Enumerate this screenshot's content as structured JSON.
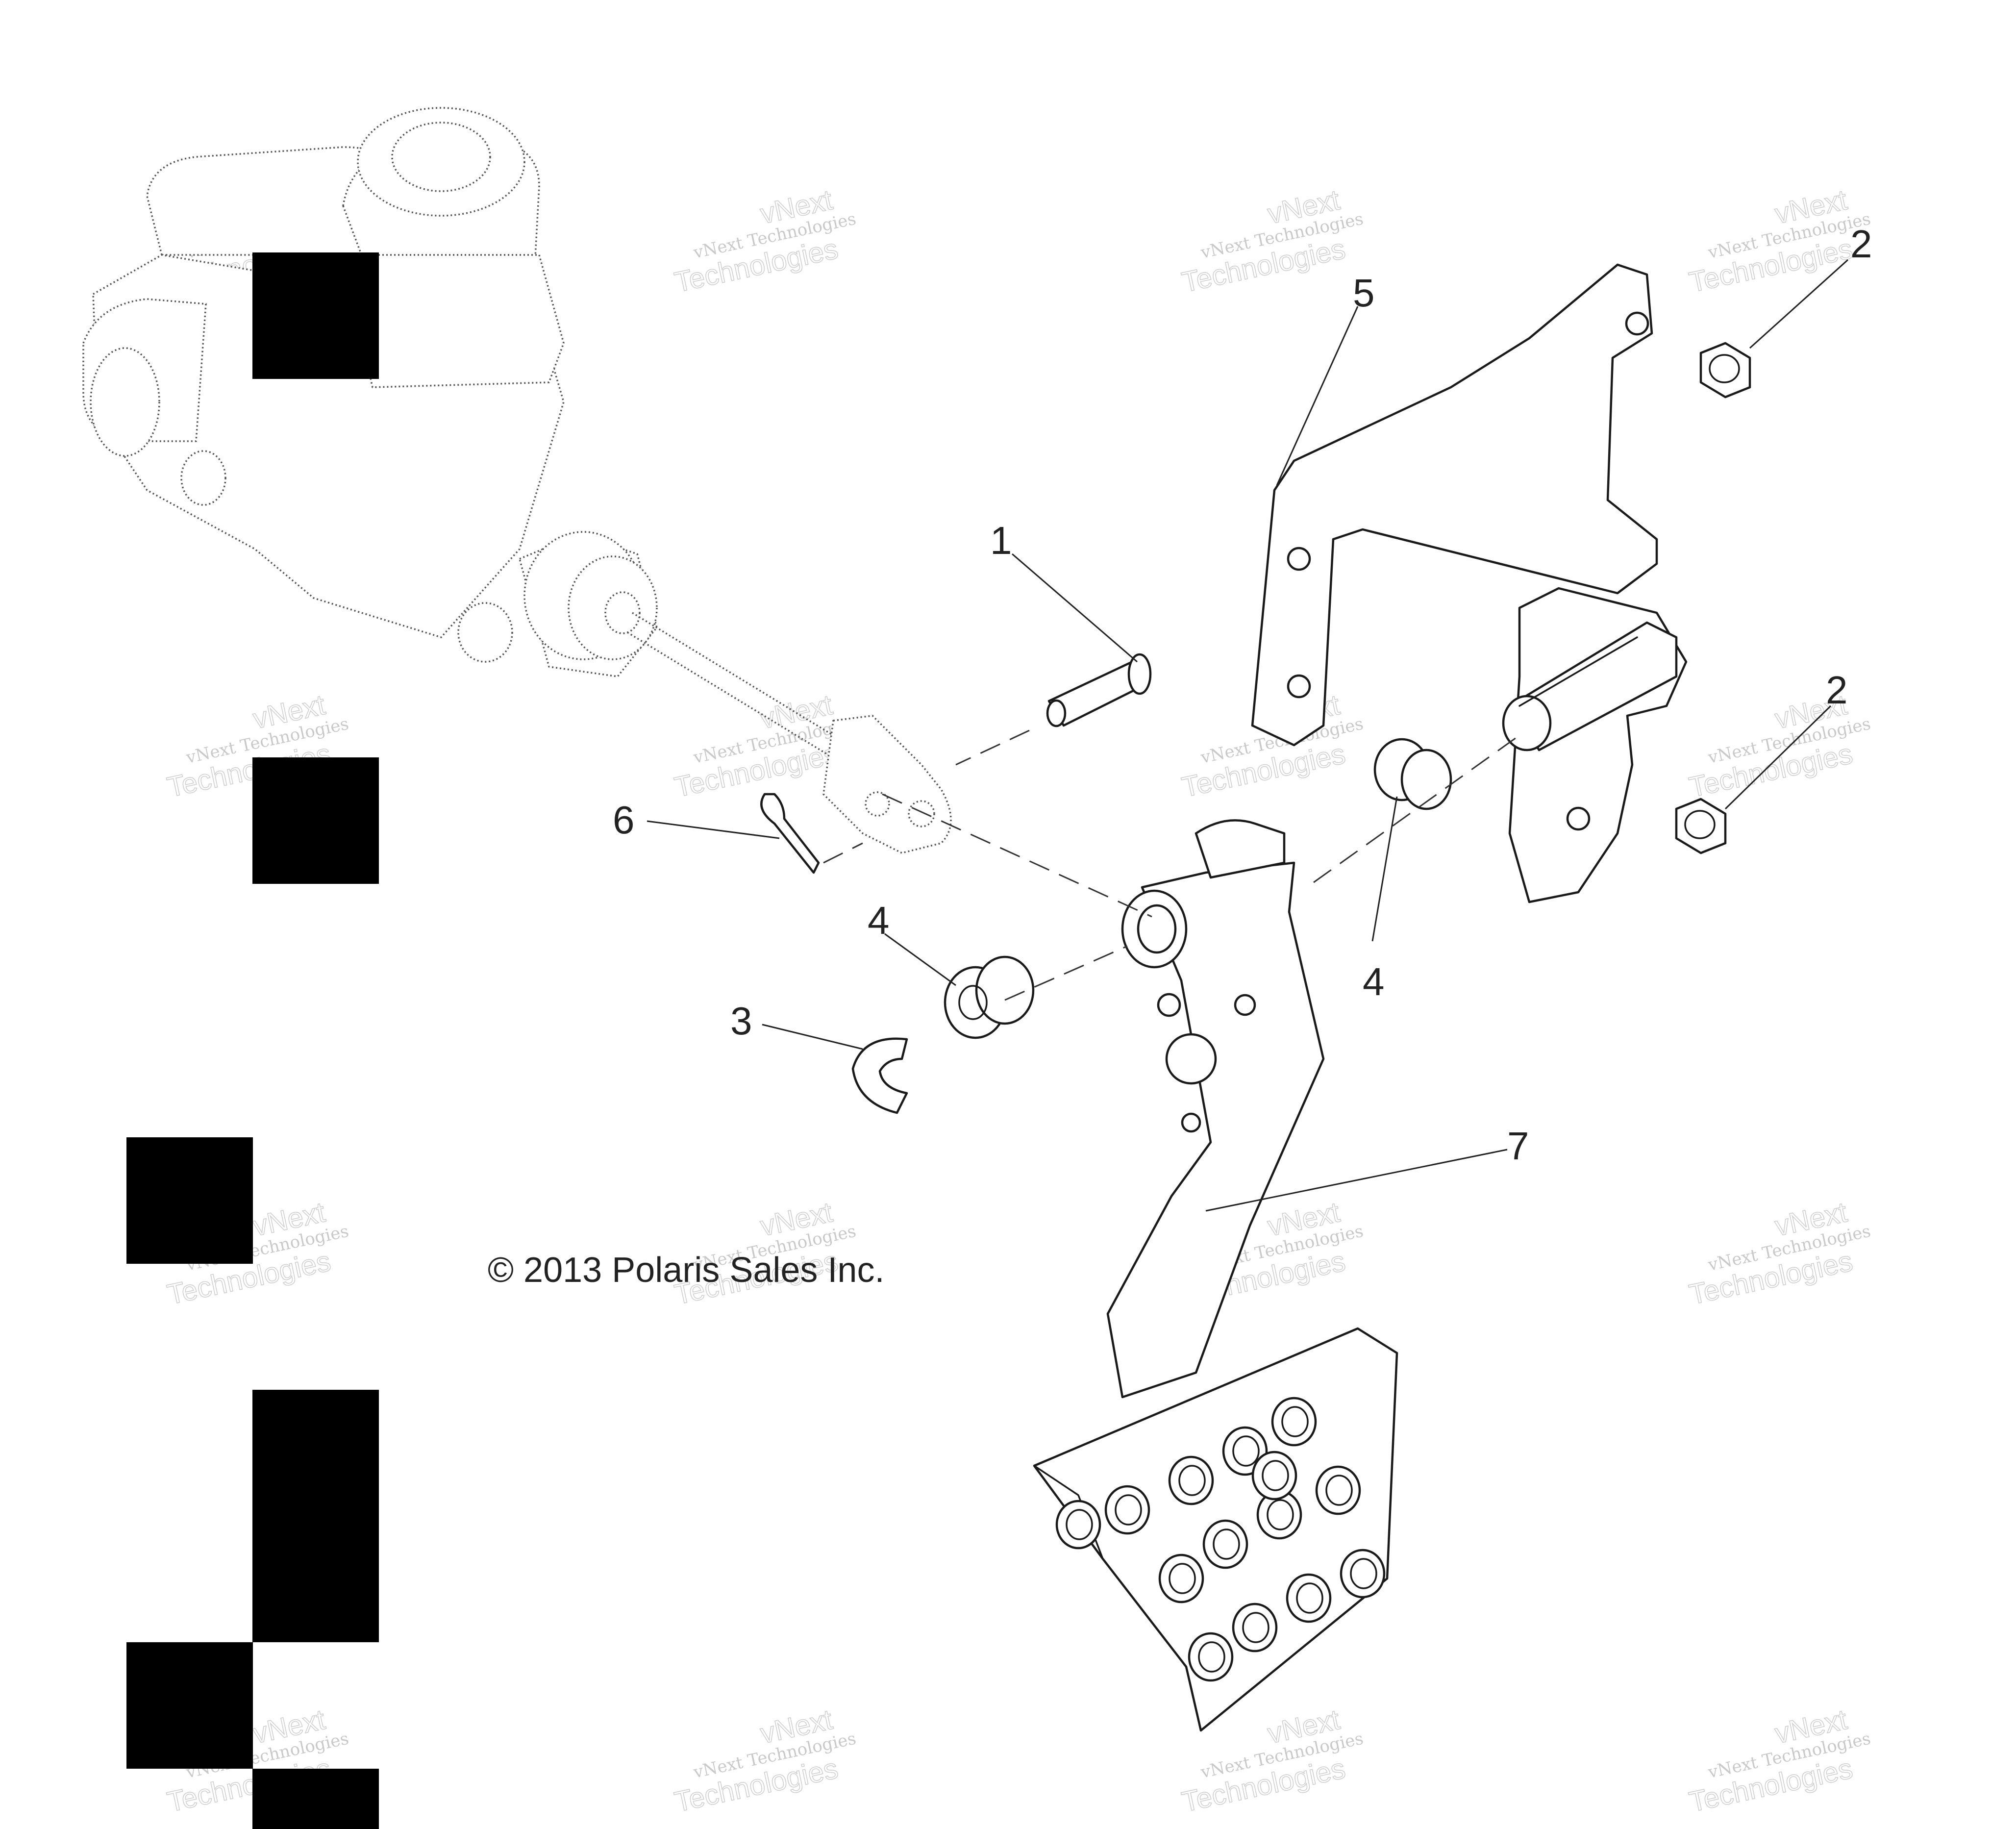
{
  "diagram": {
    "callouts": [
      "1",
      "2",
      "2",
      "3",
      "4",
      "4",
      "5",
      "6",
      "7"
    ],
    "copyright": "© 2013 Polaris Sales Inc.",
    "watermark": {
      "line1": "vNext",
      "line2": "vNext Technologies",
      "line3": "Technologies"
    }
  }
}
